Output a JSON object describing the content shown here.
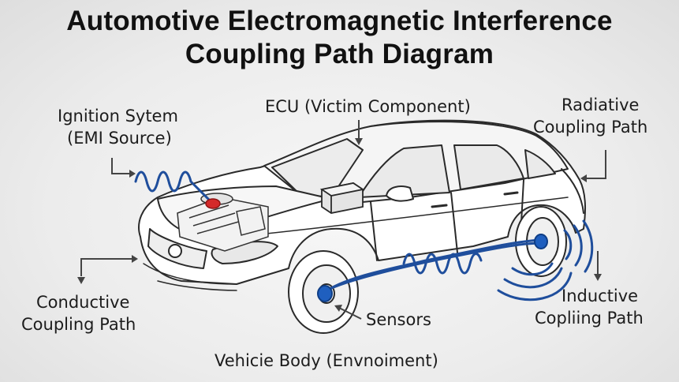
{
  "title": {
    "line1": "Automotive Electromagnetic Interference",
    "line2": "Coupling Path Diagram"
  },
  "labels": {
    "ignition": {
      "line1": "Ignition Sytem",
      "line2": "(EMI Source)"
    },
    "ecu": "ECU (Victim Component)",
    "radiative": {
      "line1": "Radiative",
      "line2": "Coupling Path"
    },
    "conductive": {
      "line1": "Conductive",
      "line2": "Coupling Path"
    },
    "sensors": "Sensors",
    "inductive": {
      "line1": "Inductive",
      "line2": "Copliing Path"
    },
    "body": "Vehicie Body (Envnoiment)"
  },
  "colors": {
    "wire": "#1f4e9c",
    "sensor": "#1f5fbf",
    "source": "#d42a2a",
    "outline": "#2a2a2a"
  }
}
